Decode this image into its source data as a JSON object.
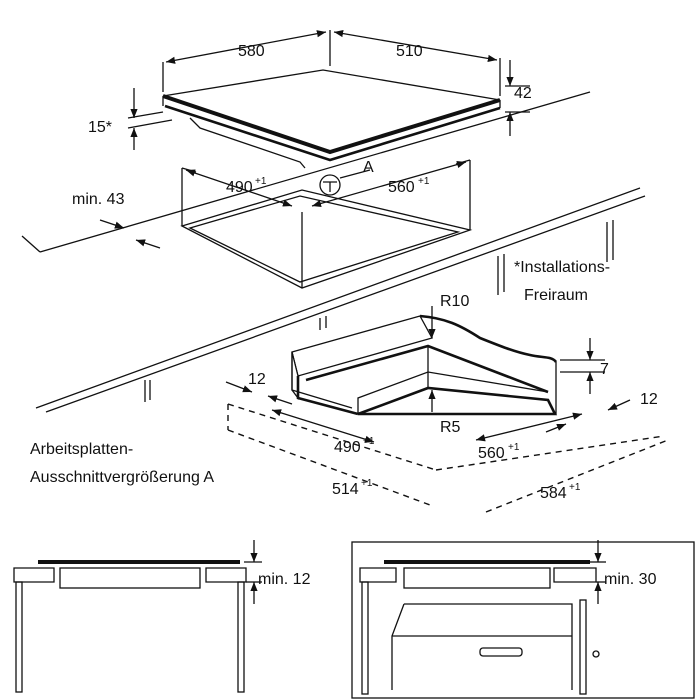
{
  "labels": {
    "dim_580": "580",
    "dim_510": "510",
    "dim_42": "42",
    "dim_15": "15*",
    "dim_490_top": "490",
    "dim_560_top": "560",
    "tolerance": "+1",
    "label_a": "A",
    "min_43": "min. 43",
    "footnote_line1": "*Installations-",
    "footnote_line2": "Freiraum",
    "r10": "R10",
    "r5": "R5",
    "dim_7": "7",
    "dim_12_left": "12",
    "dim_12_right": "12",
    "dim_490_cut": "490",
    "dim_560_cut": "560",
    "dim_514": "514",
    "dim_584": "584",
    "caption_line1": "Arbeitsplatten-",
    "caption_line2": "Ausschnittvergrößerung A",
    "min_12": "min. 12",
    "min_30": "min. 30"
  },
  "colors": {
    "line": "#111111",
    "background": "#ffffff"
  }
}
